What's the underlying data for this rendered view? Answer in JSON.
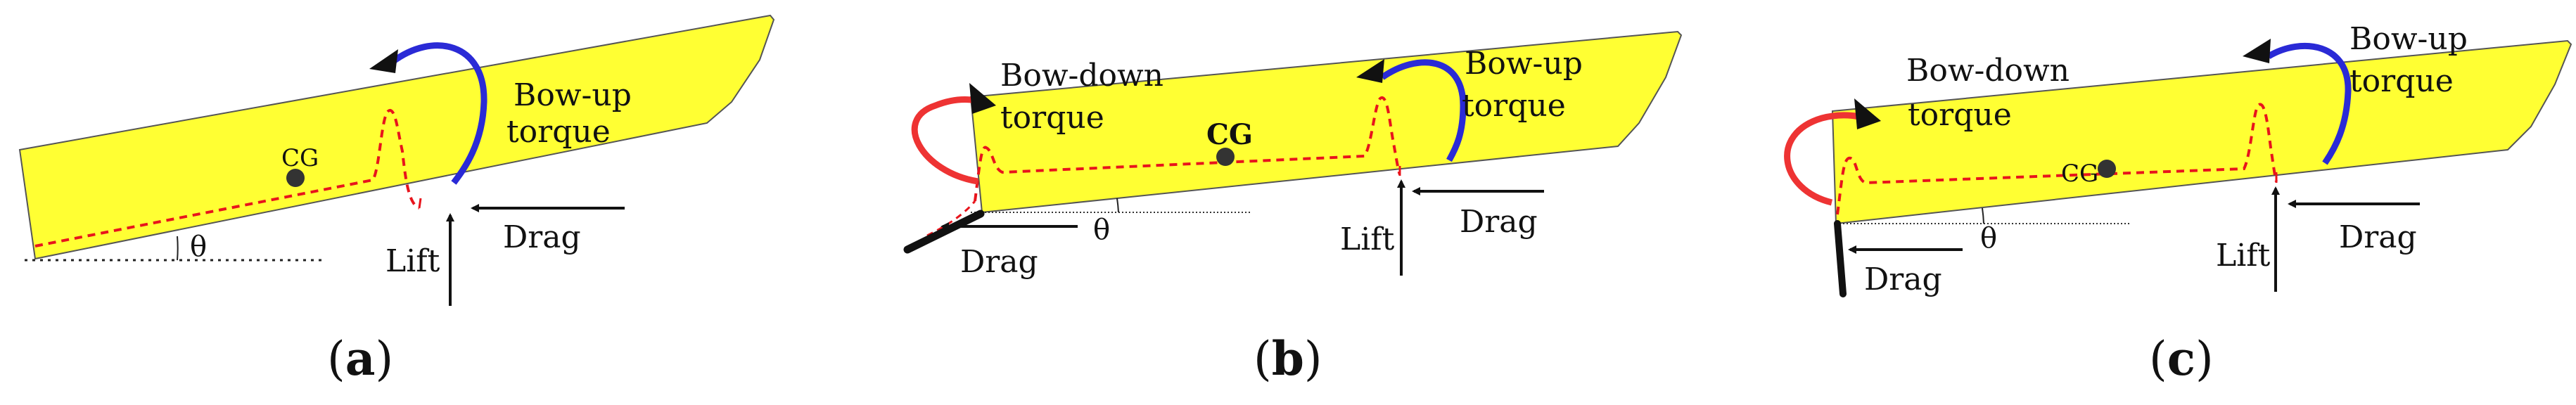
{
  "colors": {
    "hull_fill": "#ffff33",
    "hull_stroke": "#555555",
    "bow_up_arrow": "#2a2ad6",
    "bow_down_arrow": "#ee3333",
    "step_line": "#e8141c",
    "vector": "#111111"
  },
  "panels": [
    {
      "id": "a",
      "caption_open": "(",
      "caption_letter": "a",
      "caption_close": ")",
      "cg_label": "CG",
      "theta": "θ",
      "bow_up_line1": "Bow-up",
      "bow_up_line2": "torque",
      "lift": "Lift",
      "drag_main": "Drag"
    },
    {
      "id": "b",
      "caption_open": "(",
      "caption_letter": "b",
      "caption_close": ")",
      "cg_label": "CG",
      "theta": "θ",
      "bow_up_line1": "Bow-up",
      "bow_up_line2": "torque",
      "bow_down_line1": "Bow-down",
      "bow_down_line2": "torque",
      "lift": "Lift",
      "drag_main": "Drag",
      "drag_flap": "Drag"
    },
    {
      "id": "c",
      "caption_open": "(",
      "caption_letter": "c",
      "caption_close": ")",
      "cg_label": "CG",
      "theta": "θ",
      "bow_up_line1": "Bow-up",
      "bow_up_line2": "torque",
      "bow_down_line1": "Bow-down",
      "bow_down_line2": "torque",
      "lift": "Lift",
      "drag_main": "Drag",
      "drag_flap": "Drag"
    }
  ]
}
